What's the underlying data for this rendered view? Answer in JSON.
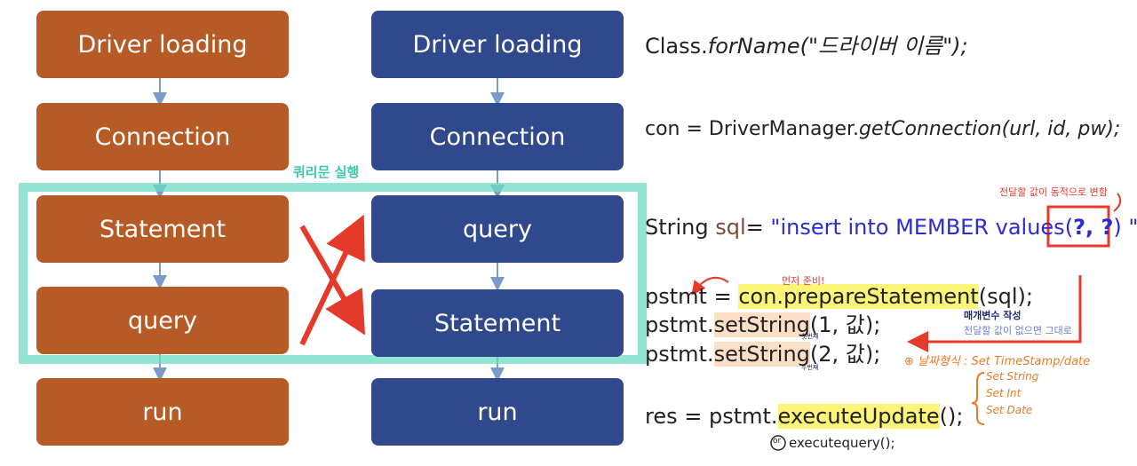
{
  "left_flow": [
    "Driver loading",
    "Connection",
    "Statement",
    "query",
    "run"
  ],
  "right_flow": [
    "Driver loading",
    "Connection",
    "query",
    "Statement",
    "run"
  ],
  "query_execution_label": "쿼리문 실행",
  "code": {
    "line1_a": "Class.",
    "line1_b": "forName(\"드라이버 이름\");",
    "line2_a": "con = DriverManager.",
    "line2_b": "getConnection(url, id,  pw);",
    "line3_a": "String ",
    "line3_b": "sql",
    "line3_c": "= ",
    "line3_d": "\"insert into MEMBER values(",
    "line3_e": "?, ?",
    "line3_f": ")",
    "line3_g": " \";",
    "line4_a": "pstmt",
    "line4_b": " = ",
    "line4_c": "con.",
    "line4_d": "prepareStatement",
    "line4_e": "(sql);",
    "line5_a": "pstmt.",
    "line5_b": "setString",
    "line5_c": "(1, 값);",
    "line6_a": "pstmt.",
    "line6_b": "setString",
    "line6_c": "(2, 값);",
    "line7_a": "res = pstmt.",
    "line7_b": "executeUpdate",
    "line7_c": "();"
  },
  "notes": {
    "dynamic": "전달할 값이 동적으로 변함",
    "first_ready": "먼저 준비!",
    "param": "매개변수 작성",
    "pass_value": "전달할 값이 없으면 그대로",
    "first": "첫번째",
    "second": "두번째",
    "types_title": "⊕ 날짜형식 : Set TimeStamp/date",
    "type1": "Set String",
    "type2": "Set Int",
    "type3": "Set Date",
    "or_query": "executequery();",
    "or_label": "or"
  },
  "colors": {
    "orange_box": "#b65a26",
    "blue_box": "#30498c",
    "teal_frame": "#6fdcc4",
    "red": "#e53a2a"
  }
}
